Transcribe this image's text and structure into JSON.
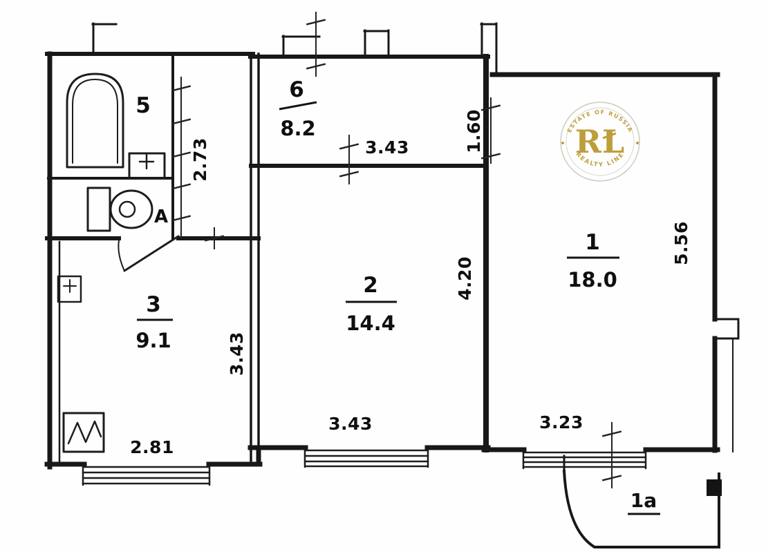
{
  "rooms": {
    "r1": {
      "number": "1",
      "area": "18.0"
    },
    "r2": {
      "number": "2",
      "area": "14.4"
    },
    "r3": {
      "number": "3",
      "area": "9.1"
    },
    "r5": {
      "number": "5"
    },
    "r6": {
      "number": "6",
      "area": "8.2"
    },
    "balcony": {
      "number": "1a"
    }
  },
  "marker_a": "A",
  "dimensions": {
    "bath_block_height": "2.73",
    "room6_width": "3.43",
    "niche_width": "1.60",
    "room1_depth": "5.56",
    "room2_depth": "4.20",
    "room3_depth": "3.43",
    "room3_width": "2.81",
    "room2_width": "3.43",
    "room1_width": "3.23"
  },
  "watermark": {
    "initials": "RL",
    "arc_top": "ESTATE OF RUSSIA",
    "arc_bottom": "REALTY LINE"
  }
}
